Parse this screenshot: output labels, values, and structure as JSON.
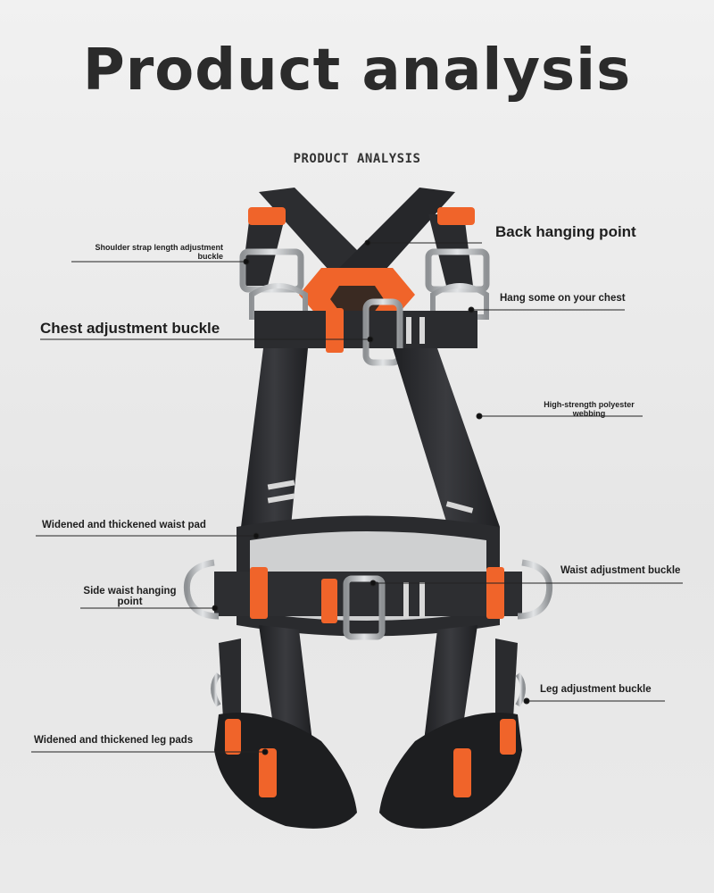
{
  "title": "Product analysis",
  "subtitle": "PRODUCT ANALYSIS",
  "colors": {
    "strap": "#2a2b2e",
    "accent": "#f0642a",
    "metal": "#b9bcbf",
    "pad": "#d7d8d8",
    "background": "#e9e9e9"
  },
  "callouts": {
    "shoulder_strap": "Shoulder strap length adjustment buckle",
    "back_hanging_point": "Back hanging point",
    "chest_adjustment_buckle": "Chest adjustment buckle",
    "hang_on_chest": "Hang some on your chest",
    "high_strength_webbing": "High-strength polyester webbing",
    "waist_pad": "Widened and thickened waist pad",
    "side_waist_hanging_point": "Side waist hanging point",
    "waist_adjustment_buckle": "Waist adjustment buckle",
    "leg_adjustment_buckle": "Leg adjustment buckle",
    "leg_pads": "Widened and thickened leg pads"
  }
}
